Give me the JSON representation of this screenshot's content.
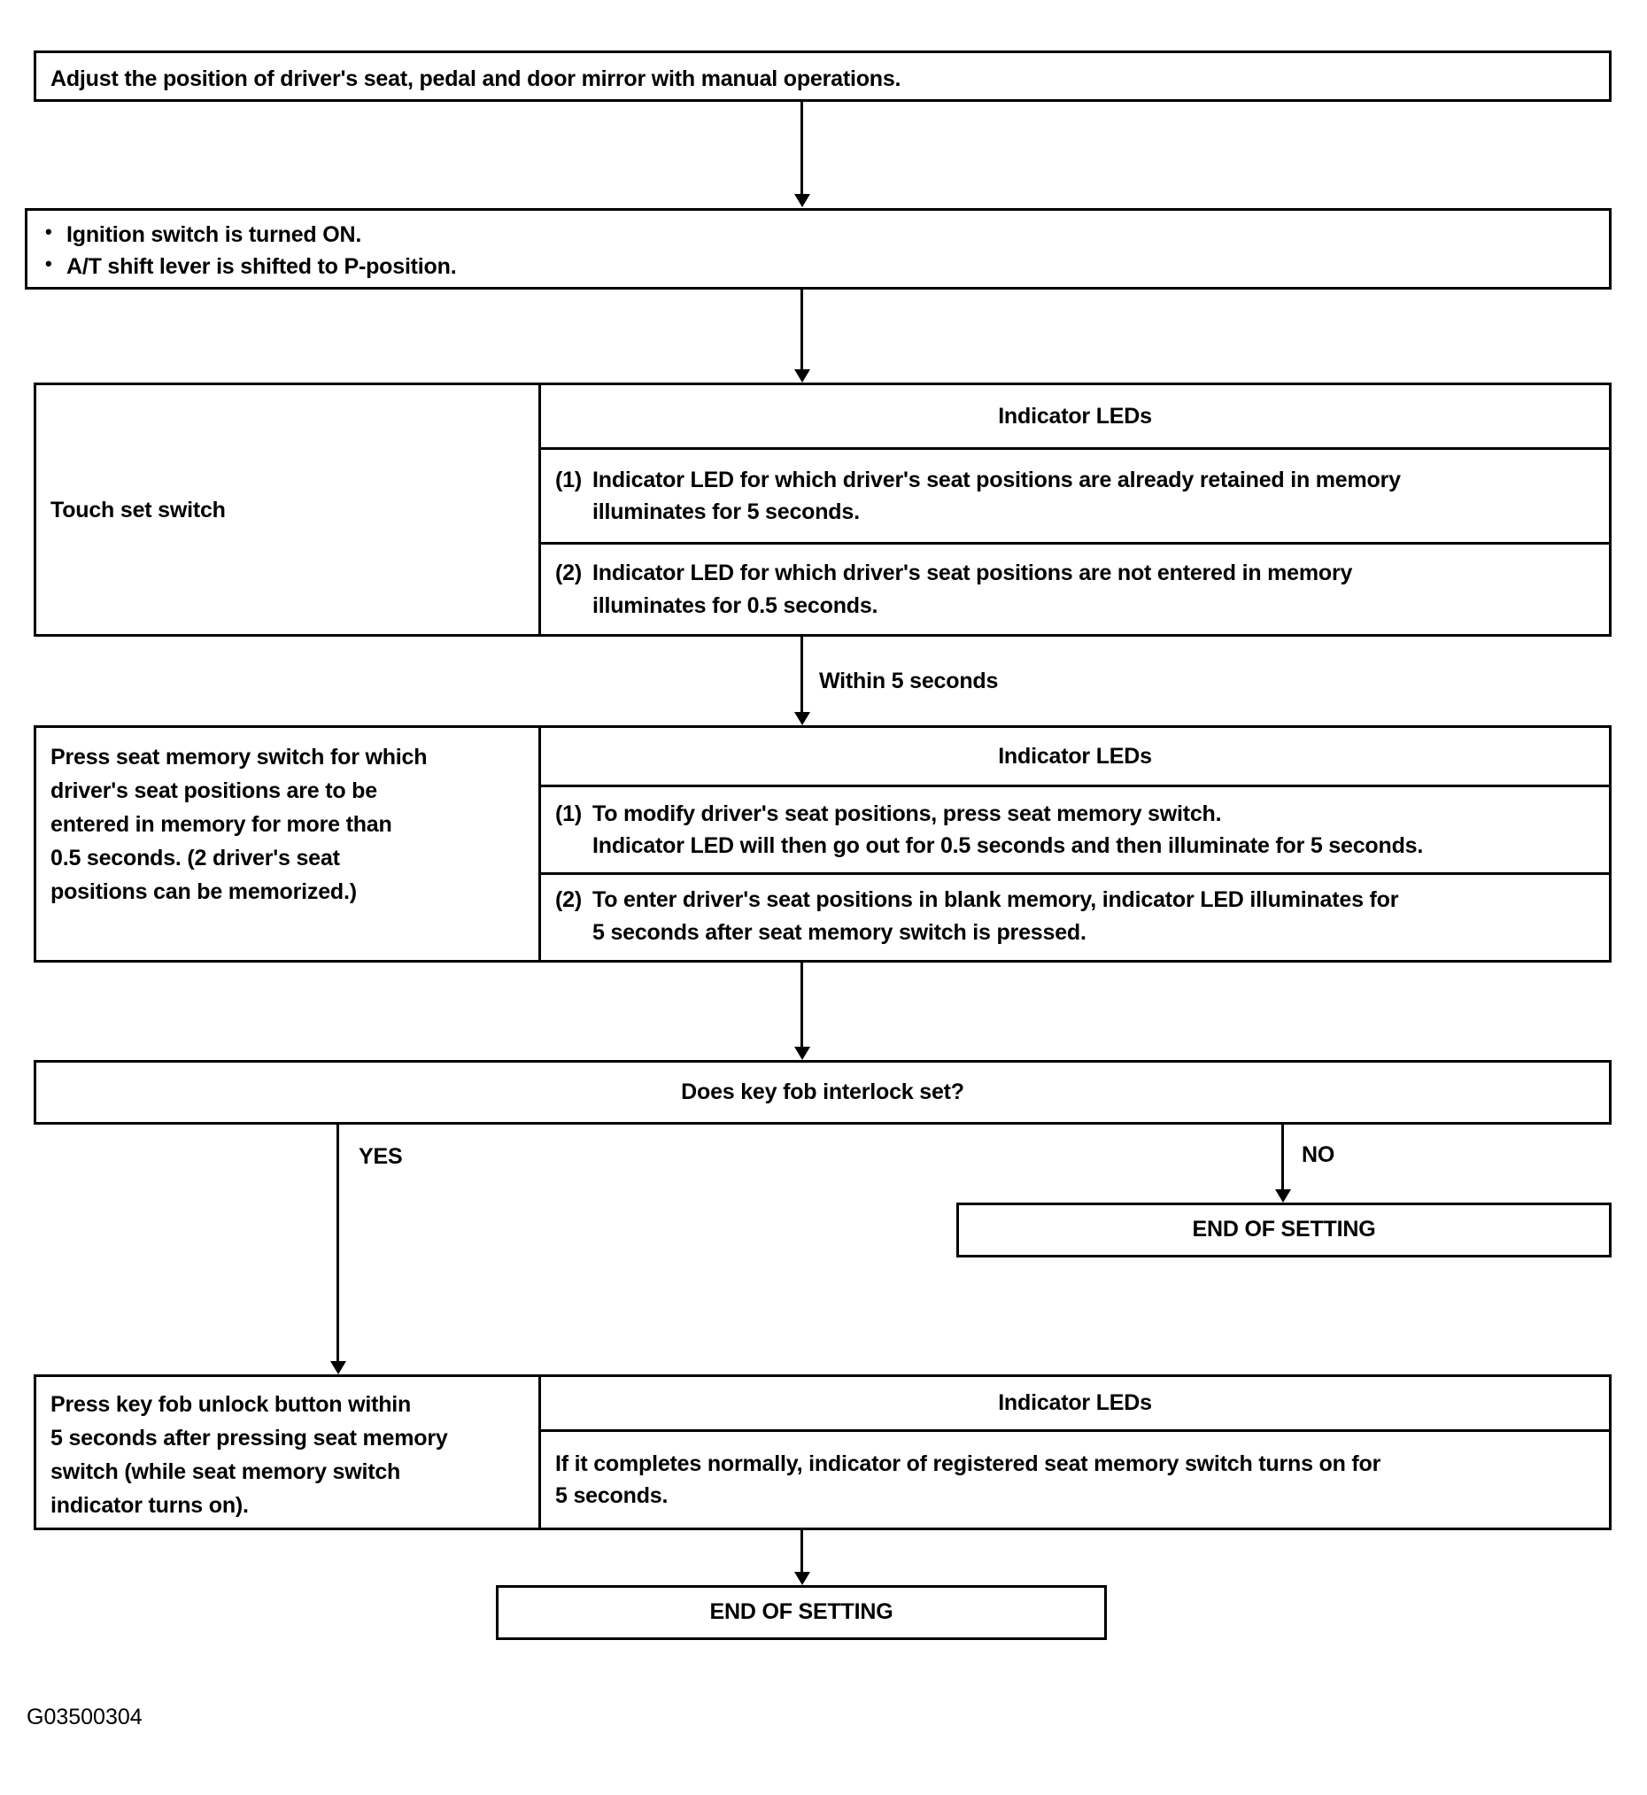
{
  "figure_id": "G03500304",
  "steps": {
    "adjust": "Adjust the position of driver's seat, pedal and door mirror with manual operations.",
    "conditions": [
      "Ignition switch is turned ON.",
      "A/T shift lever is shifted to P-position."
    ],
    "touch_set_switch": {
      "action": "Touch set switch",
      "column_header": "Indicator LEDs",
      "rows": [
        {
          "num": "(1)",
          "line1": "Indicator LED for which driver's seat positions are already retained in memory",
          "line2": "illuminates for 5 seconds."
        },
        {
          "num": "(2)",
          "line1": "Indicator LED for which driver's seat positions are not entered in memory",
          "line2": "illuminates for 0.5 seconds."
        }
      ]
    },
    "press_seat_memory": {
      "action_line1": "Press seat memory switch for which",
      "action_line2": "driver's seat positions are to be",
      "action_line3": "entered in memory for more than",
      "action_line4": "0.5 seconds. (2 driver's seat",
      "action_line5": "positions can be memorized.)",
      "column_header": "Indicator LEDs",
      "rows": [
        {
          "num": "(1)",
          "line1": "To modify driver's seat positions, press seat memory switch.",
          "line2": "Indicator LED will then go out for 0.5 seconds and then illuminate for 5 seconds."
        },
        {
          "num": "(2)",
          "line1": "To enter driver's seat positions in blank memory, indicator LED illuminates for",
          "line2": "5 seconds after seat memory switch is pressed."
        }
      ]
    },
    "decision": "Does key fob interlock set?",
    "end_no": "END OF SETTING",
    "key_fob": {
      "action_line1": "Press key fob unlock button within",
      "action_line2": "5 seconds after pressing seat memory",
      "action_line3": "switch (while seat memory switch",
      "action_line4": "indicator turns on).",
      "column_header": "Indicator LEDs",
      "row": {
        "line1": "If it completes normally, indicator of registered seat memory switch turns on for",
        "line2": "5 seconds."
      }
    },
    "end_final": "END OF SETTING"
  },
  "edge_labels": {
    "within_5_seconds": "Within 5 seconds",
    "yes": "YES",
    "no": "NO"
  },
  "colors": {
    "line": "#000000",
    "background": "#ffffff"
  }
}
